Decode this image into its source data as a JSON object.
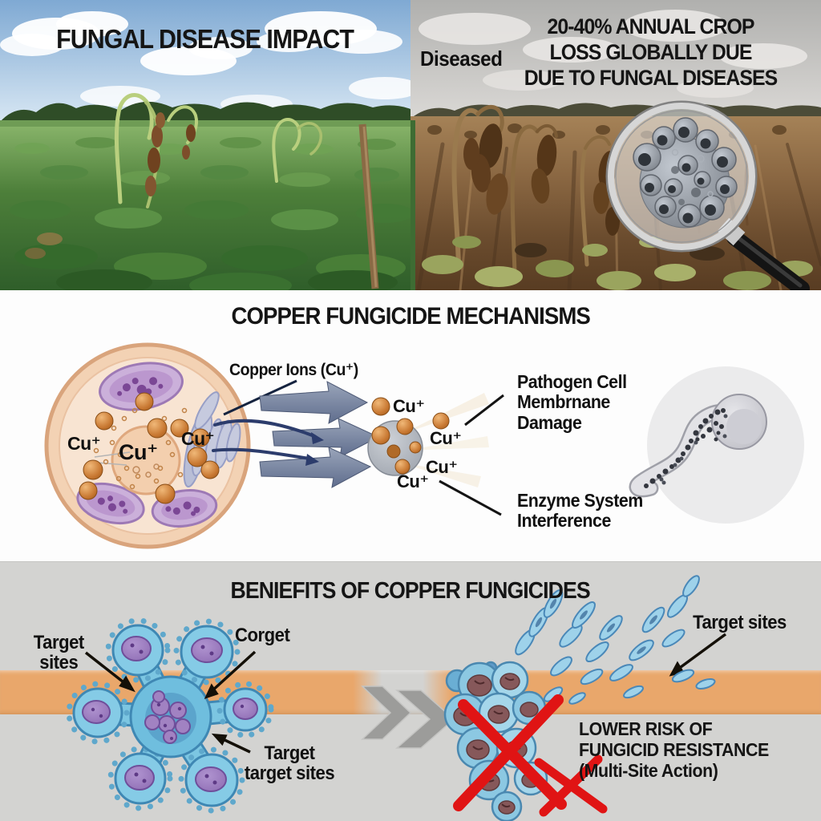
{
  "top": {
    "left_title": "FUNGAL DISEASE IMPACT",
    "diseased_label": "Diseased",
    "right_title": "20-40% ANNUAL CROP\nLOSS GLOBALLY DUE\nDUE TO FUNGAL DISEASES"
  },
  "mechanisms": {
    "title": "COPPER FUNGICIDE MECHANISMS",
    "copper_ions_label": "Copper Ions (Cu⁺)",
    "cell_cu_labels": [
      "Cu⁺",
      "Cu⁺",
      "Cu⁺"
    ],
    "cluster_cu_labels": [
      "Cu⁺",
      "Cu⁺",
      "Cu⁺",
      "Cu⁺"
    ],
    "membrane_damage_label": "Pathogen Cell\nMembrnane\nDamage",
    "enzyme_label": "Enzyme System\nInterference"
  },
  "benefits": {
    "title": "BENIEFITS OF COPPER FUNGICIDES",
    "target_sites_left": "Target\nsites",
    "corget_label": "Corget",
    "target_target_sites": "Target\ntarget sites",
    "target_sites_right": "Target sites",
    "resistance_text": "LOWER RISK OF\nFUNGICID RESISTANCE\n(Multi-Site Action)"
  },
  "colors": {
    "orange_band": "#E9A76B",
    "copper_ion": "#C97A3C",
    "red_x": "#E01414",
    "pathogen_blue": "#7CC6E2",
    "arrow_slate": "#6B7A99",
    "bottom_grey": "#D3D3D1",
    "healthy_field_green": "#4E8040",
    "diseased_field_brown": "#8A6742"
  }
}
